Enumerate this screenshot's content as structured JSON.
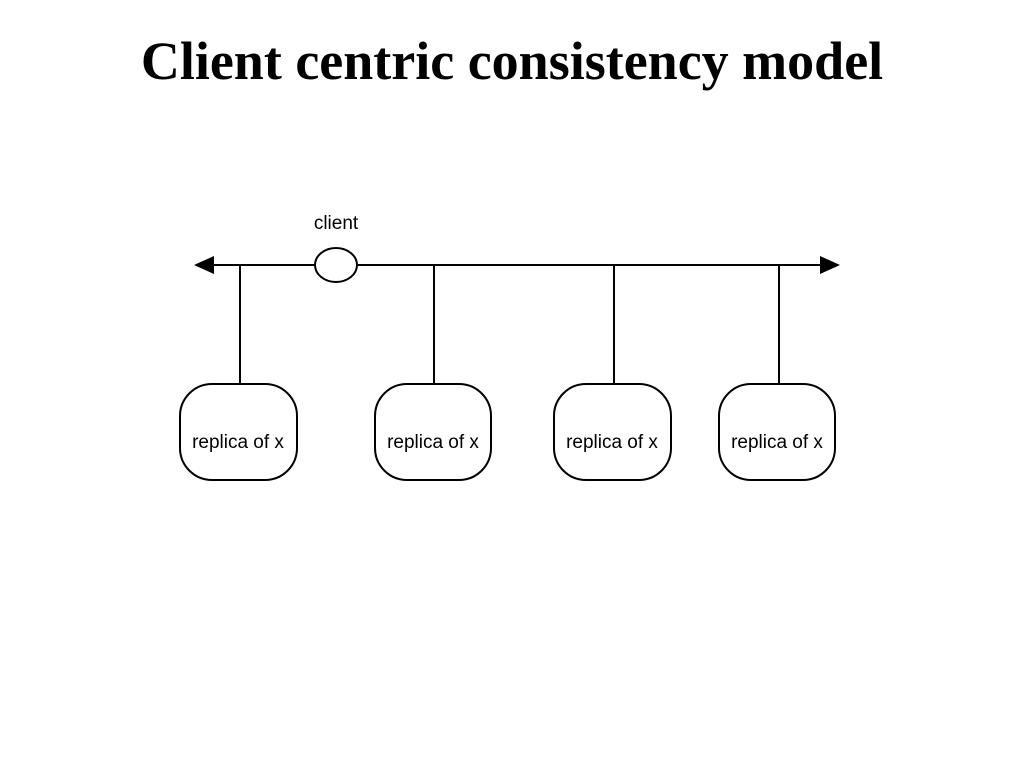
{
  "title": "Client centric consistency model",
  "diagram": {
    "client_label": "client",
    "replicas": [
      {
        "label": "replica of x"
      },
      {
        "label": "replica of x"
      },
      {
        "label": "replica of x"
      },
      {
        "label": "replica of x"
      }
    ],
    "colors": {
      "stroke": "#000000",
      "fill": "#ffffff",
      "text": "#000000"
    }
  }
}
